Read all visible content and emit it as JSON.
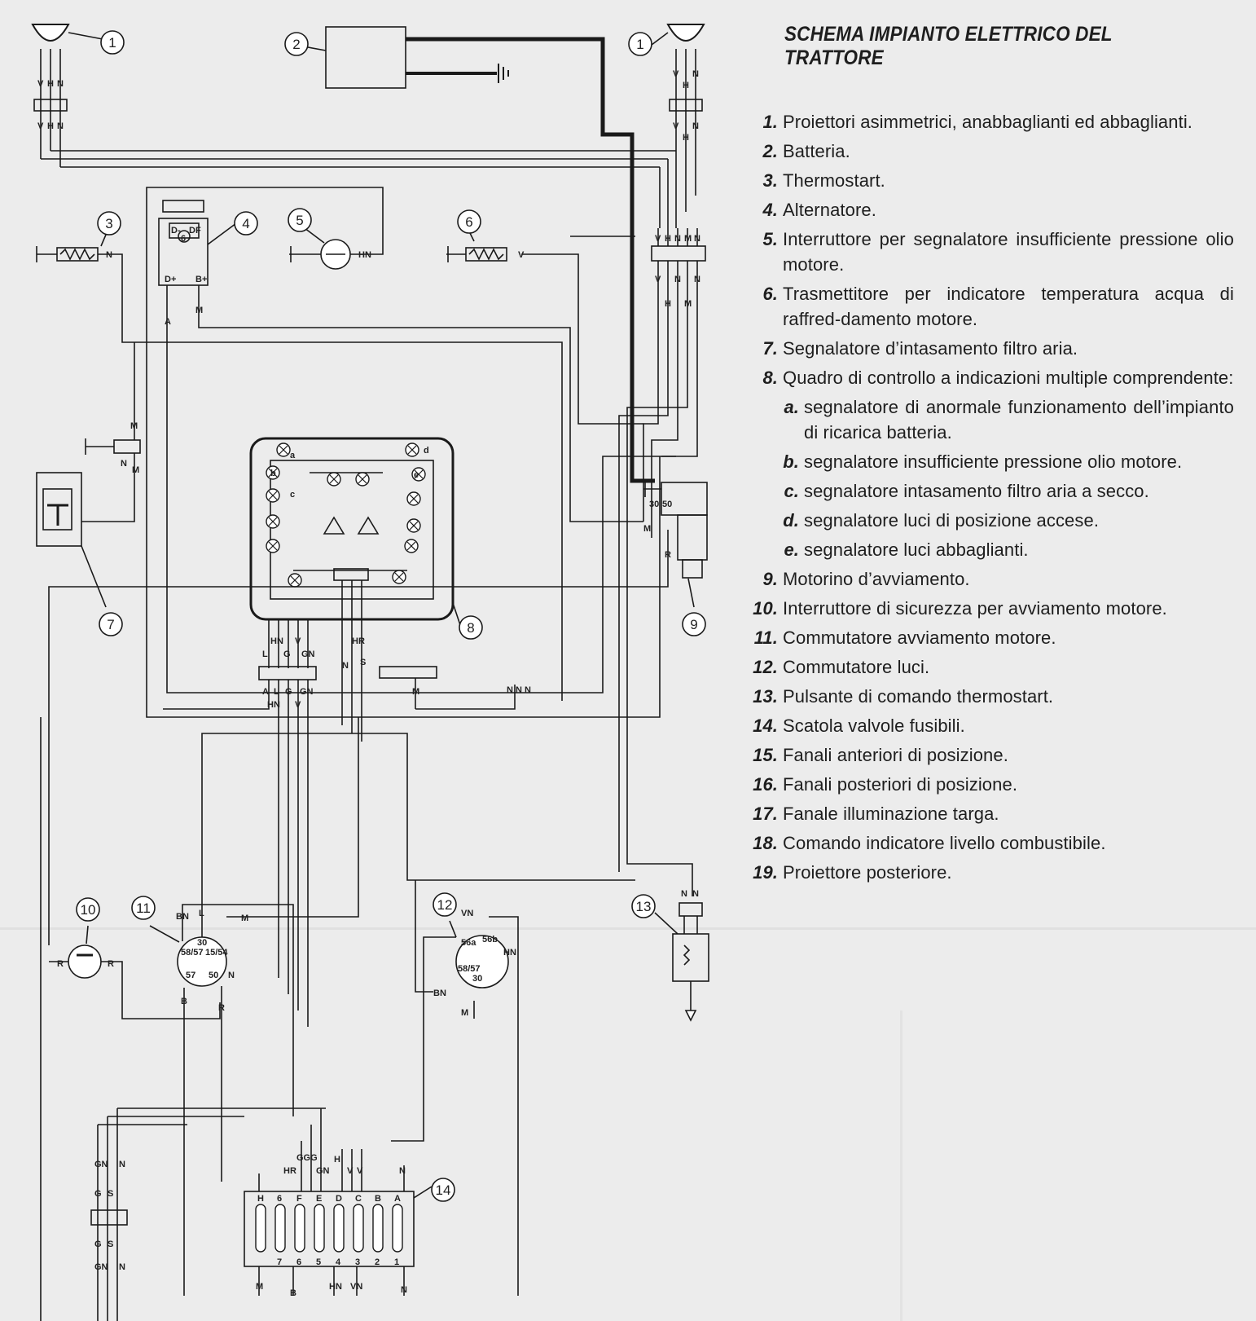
{
  "title": "SCHEMA IMPIANTO ELETTRICO DEL TRATTORE",
  "legend": [
    {
      "num": "1.",
      "text": "Proiettori asimmetrici, anabbaglianti ed abbaglianti."
    },
    {
      "num": "2.",
      "text": "Batteria."
    },
    {
      "num": "3.",
      "text": "Thermostart."
    },
    {
      "num": "4.",
      "text": "Alternatore."
    },
    {
      "num": "5.",
      "text": "Interruttore per segnalatore insufficiente pressione olio motore."
    },
    {
      "num": "6.",
      "text": "Trasmettitore per indicatore temperatura acqua di raffred-damento motore."
    },
    {
      "num": "7.",
      "text": "Segnalatore d’intasamento filtro aria."
    },
    {
      "num": "8.",
      "text": "Quadro di controllo a indicazioni multiple comprendente:"
    },
    {
      "num": "a.",
      "text": "segnalatore di anormale funzionamento dell’impianto di ricarica batteria."
    },
    {
      "num": "b.",
      "text": "segnalatore insufficiente pressione olio motore."
    },
    {
      "num": "c.",
      "text": "segnalatore intasamento filtro aria a secco."
    },
    {
      "num": "d.",
      "text": "segnalatore luci di posizione accese."
    },
    {
      "num": "e.",
      "text": "segnalatore luci abbaglianti."
    },
    {
      "num": "9.",
      "text": "Motorino d’avviamento."
    },
    {
      "num": "10.",
      "text": "Interruttore di sicurezza per avviamento motore."
    },
    {
      "num": "11.",
      "text": "Commutatore avviamento motore."
    },
    {
      "num": "12.",
      "text": "Commutatore luci."
    },
    {
      "num": "13.",
      "text": "Pulsante di comando thermostart."
    },
    {
      "num": "14.",
      "text": "Scatola valvole fusibili."
    },
    {
      "num": "15.",
      "text": "Fanali anteriori di posizione."
    },
    {
      "num": "16.",
      "text": "Fanali posteriori di posizione."
    },
    {
      "num": "17.",
      "text": "Fanale illuminazione targa."
    },
    {
      "num": "18.",
      "text": "Comando indicatore livello combustibile."
    },
    {
      "num": "19.",
      "text": "Proiettore posteriore."
    }
  ],
  "callouts": {
    "c1a": "1",
    "c1b": "1",
    "c2": "2",
    "c3": "3",
    "c4": "4",
    "c5": "5",
    "c6": "6",
    "c7": "7",
    "c8": "8",
    "c9": "9",
    "c10": "10",
    "c11": "11",
    "c12": "12",
    "c13": "13",
    "c14": "14"
  },
  "wire_labels": {
    "hl1_top": [
      "V",
      "H",
      "N"
    ],
    "hl1_bot": [
      "V",
      "H",
      "N"
    ],
    "hr1_top": [
      "V",
      "H",
      "N"
    ],
    "hr1_bot": [
      "V",
      "H",
      "N"
    ],
    "rconn_top": [
      "V",
      "H",
      "N",
      "M",
      "N"
    ],
    "rconn_bot": [
      "V",
      "N",
      "N"
    ],
    "rconn_bot2": [
      "H",
      "M"
    ],
    "thermo_out": "N",
    "oil_out": "HN",
    "temp_out": "V",
    "alt_a": "A",
    "alt_m": "M",
    "alt_dp": "D+",
    "alt_bp": "B+",
    "alt_dm": "D-",
    "alt_df": "DF",
    "alt_6": "6",
    "air_top": "M",
    "air_bot_n": "N",
    "air_bot_m": "M",
    "p8_top": [
      "HN",
      "V",
      "HR"
    ],
    "p8_top2": [
      "L",
      "G",
      "GN"
    ],
    "p8_sub": [
      "N",
      "S"
    ],
    "p8_bot": [
      "A",
      "L",
      "G",
      "GN"
    ],
    "p8_bot2": [
      "HN",
      "V"
    ],
    "p8_m": "M",
    "gnd_n": "N N N",
    "lamp_a": "a",
    "lamp_b": "b",
    "lamp_c": "c",
    "lamp_d": "d",
    "lamp_e": "e",
    "st_30": "30",
    "st_50": "50",
    "st_m": "M",
    "st_r": "R",
    "sw11": [
      "BN",
      "L",
      "M",
      "30",
      "15/54",
      "58/57",
      "57",
      "50",
      "N",
      "B",
      "R"
    ],
    "sw10": [
      "R",
      "R"
    ],
    "sw12": [
      "VN",
      "56a",
      "56b",
      "58/57",
      "30",
      "HN",
      "BN",
      "M"
    ],
    "tb13": [
      "N",
      "N"
    ],
    "fuse_top": [
      "HR",
      "GGG",
      "GN",
      "H",
      "V",
      "V",
      "N"
    ],
    "fuse_bot": [
      "M",
      "B",
      "HN",
      "VN",
      "N"
    ],
    "fuse_nums": [
      "H",
      "6",
      "F",
      "E",
      "D",
      "C",
      "B",
      "A",
      "7",
      "6",
      "5",
      "4",
      "3",
      "2",
      "1"
    ],
    "lconn": [
      "GN",
      "N",
      "G",
      "S",
      "G",
      "S",
      "GN",
      "N"
    ]
  }
}
